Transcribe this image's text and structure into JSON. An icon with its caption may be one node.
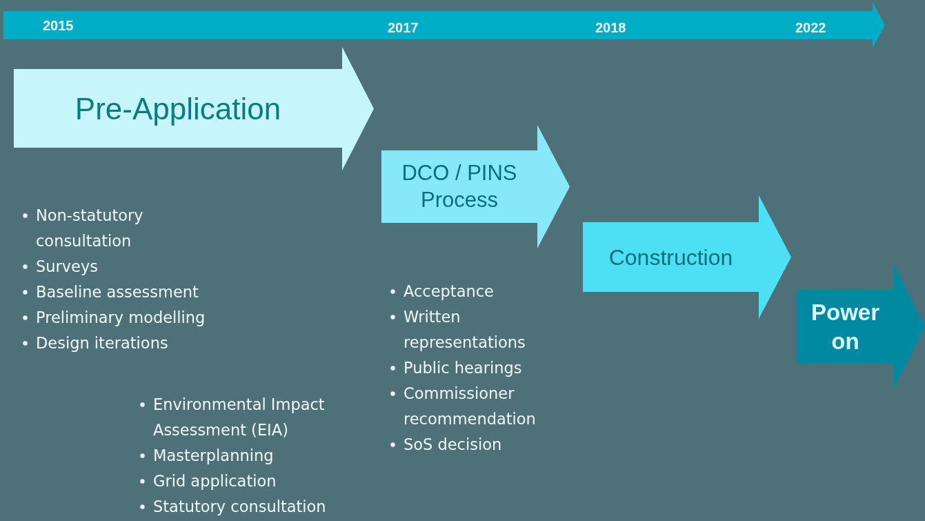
{
  "diagram": {
    "nodes": [
      {
        "text": [
          "Pre-Application"
        ]
      },
      {
        "text": [
          "DCO / PINS Process"
        ]
      },
      {
        "text": [
          "Construction"
        ]
      },
      {
        "text": [
          "Power on"
        ]
      }
    ],
    "edges": [],
    "labels": [
      "2015",
      "2017",
      "2018",
      "2022",
      "Non-statutory consultation",
      "Surveys",
      "Baseline assessment",
      "Preliminary modelling",
      "Design iterations",
      "Environmental Impact Assessment (EIA)",
      "Masterplanning",
      "Grid application",
      "Statutory consultation",
      "Acceptance",
      "Written representations",
      "Public hearings",
      "Commissioner recommendation",
      "SoS decision"
    ]
  }
}
